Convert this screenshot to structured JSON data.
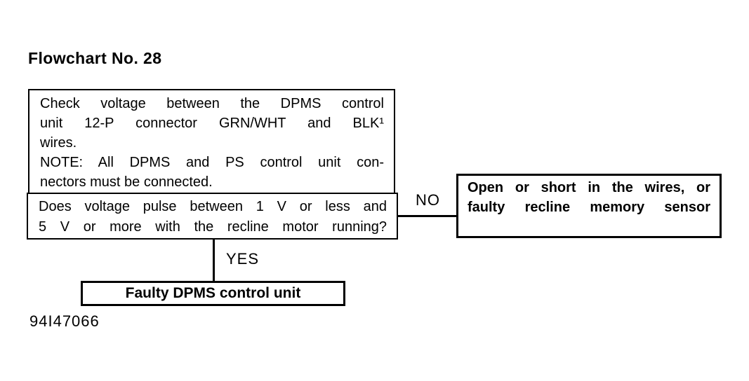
{
  "colors": {
    "ink": "#000000",
    "paper": "#ffffff"
  },
  "page": {
    "title": "Flowchart No. 28",
    "figure_code": "94I47066"
  },
  "flowchart": {
    "instruction_box": {
      "lines": [
        "Check voltage between the DPMS control",
        "unit 12-P connector GRN/WHT and BLK¹",
        "wires.",
        "NOTE: All DPMS and PS control unit con-",
        "nectors must be connected."
      ]
    },
    "question_box": {
      "lines": [
        "Does voltage pulse between 1 V or less and",
        "5 V or more with the recline motor running?"
      ]
    },
    "no_branch": {
      "label": "NO",
      "result_lines": [
        "Open or short in the wires, or",
        "faulty recline memory sensor"
      ]
    },
    "yes_branch": {
      "label": "YES",
      "result_label": "Faulty DPMS control unit"
    }
  }
}
